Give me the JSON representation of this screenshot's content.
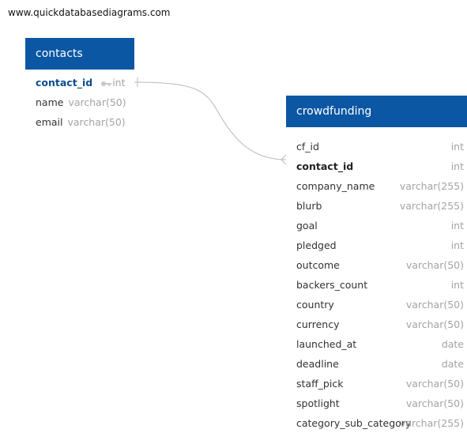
{
  "watermark": "www.quickdatabasediagrams.com",
  "colors": {
    "header": "#0b57a4",
    "pk_name": "#0b4e8c",
    "type_text": "#a3a3a3",
    "connector": "#b8b8b8"
  },
  "tables": {
    "contacts": {
      "title": "contacts",
      "fields": [
        {
          "name": "contact_id",
          "type": "int",
          "icon": "key-icon"
        },
        {
          "name": "name",
          "type": "varchar(50)"
        },
        {
          "name": "email",
          "type": "varchar(50)"
        }
      ]
    },
    "crowdfunding": {
      "title": "crowdfunding",
      "fields": [
        {
          "name": "cf_id",
          "type": "int"
        },
        {
          "name": "contact_id",
          "type": "int"
        },
        {
          "name": "company_name",
          "type": "varchar(255)"
        },
        {
          "name": "blurb",
          "type": "varchar(255)"
        },
        {
          "name": "goal",
          "type": "int"
        },
        {
          "name": "pledged",
          "type": "int"
        },
        {
          "name": "outcome",
          "type": "varchar(50)"
        },
        {
          "name": "backers_count",
          "type": "int"
        },
        {
          "name": "country",
          "type": "varchar(50)"
        },
        {
          "name": "currency",
          "type": "varchar(50)"
        },
        {
          "name": "launched_at",
          "type": "date"
        },
        {
          "name": "deadline",
          "type": "date"
        },
        {
          "name": "staff_pick",
          "type": "varchar(50)"
        },
        {
          "name": "spotlight",
          "type": "varchar(50)"
        },
        {
          "name": "category_sub_category",
          "type": "varchar(255)"
        }
      ]
    }
  }
}
